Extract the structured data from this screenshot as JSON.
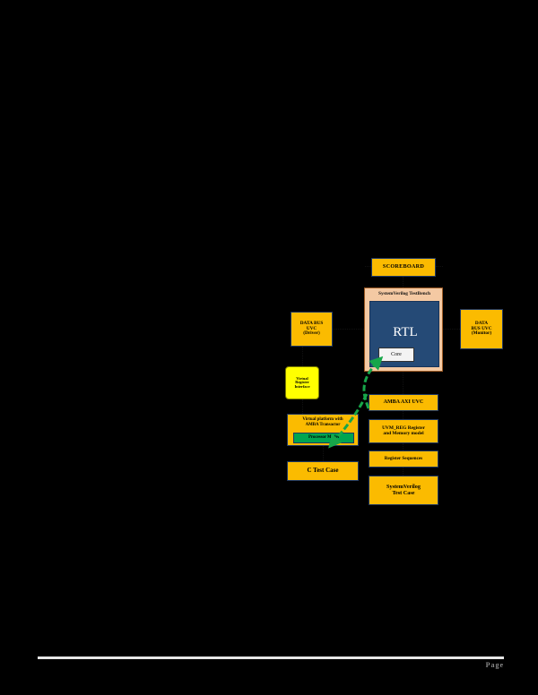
{
  "page": {
    "background_color": "#000000",
    "footer": {
      "page_label": "Page",
      "rule_color": "#E6E6E6"
    }
  },
  "diagram": {
    "title_block": {
      "scoreboard": "SCOREBOARD"
    },
    "testbench": {
      "title": "SystemVerilog TestBench",
      "rtl_label": "RTL",
      "core_label": "Core",
      "container_color": "#F4C9A3",
      "rtl_color": "#254A76",
      "core_color": "#F3F3F3"
    },
    "left_column": {
      "data_bus_uvc_driver": {
        "line1": "DATA BUS",
        "line2": "UVC",
        "line3": "(Driver)"
      },
      "virtual_register_interface": {
        "line1": "Virtual",
        "line2": "Register",
        "line3": "Interface",
        "color": "#FFFF00"
      },
      "virtual_platform": {
        "line1": "Virtual platform with",
        "line2": "AMBA Transactor",
        "inner_label": "Processor Model",
        "inner_color": "#00A550"
      },
      "c_test_case": {
        "label": "C Test Case"
      }
    },
    "right_column": {
      "data_bus_uvc_monitor": {
        "line1": "DATA",
        "line2": "BUS UVC",
        "line3": "(Monitor)"
      },
      "amba_axi_uvc": {
        "label": "AMBA AXI UVC"
      },
      "uvm_reg": {
        "line1": "UVM_REG  Register",
        "line2": "and Memory  model"
      },
      "register_sequences": {
        "label": "Register Sequences"
      },
      "systemverilog_test_case": {
        "line1": "SystemVerilog",
        "line2": "Test Case"
      }
    },
    "colors": {
      "gold_fill": "#FBBB00",
      "box_border": "#1F3864",
      "arrow_green": "#17A64A",
      "connector_black": "#111111"
    }
  }
}
